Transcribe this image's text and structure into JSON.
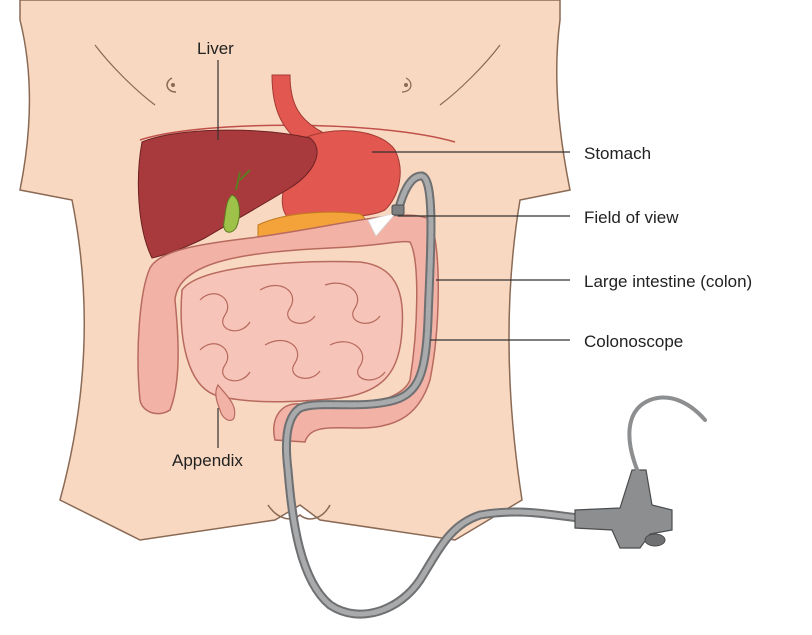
{
  "diagram": {
    "labels": {
      "liver": "Liver",
      "stomach": "Stomach",
      "field_of_view": "Field of view",
      "large_intestine": "Large intestine (colon)",
      "colonoscope": "Colonoscope",
      "appendix": "Appendix"
    },
    "colors": {
      "skin": "#f8d8c0",
      "skin_outline": "#8a6a55",
      "liver": "#a8393c",
      "stomach": "#e2574f",
      "intestine": "#f2b3a6",
      "intestine_outline": "#b86a5e",
      "pancreas": "#f4a23a",
      "gallbladder": "#9ec14a",
      "scope": "#8c8e90",
      "leader_line": "#333333"
    }
  }
}
